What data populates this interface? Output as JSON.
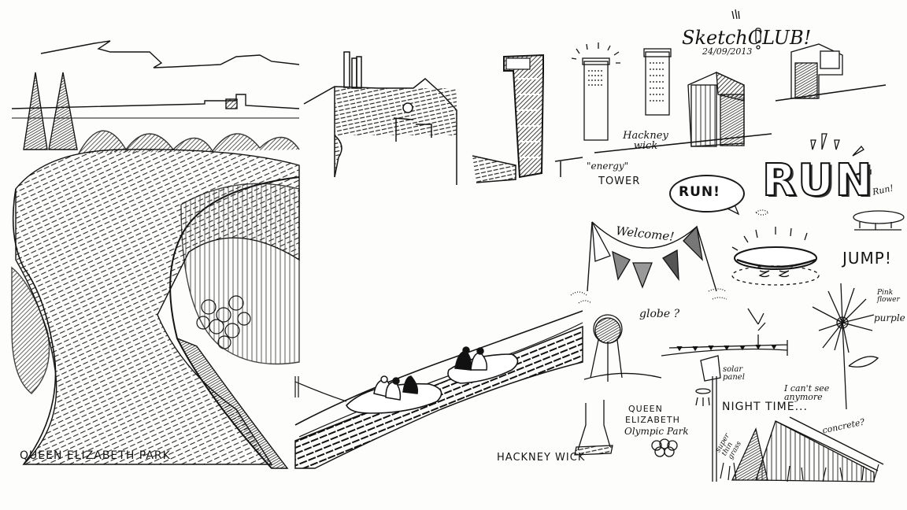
{
  "sketchbook": {
    "title": "SketchCLUB!",
    "date": "24/09/2013",
    "colors": {
      "ink": "#141414",
      "paper": "#fdfdfc",
      "hatch": "#2a2a2a"
    },
    "panels": [
      {
        "id": "queen-elizabeth-park",
        "caption": "QUEEN ELIZABETH PARK"
      },
      {
        "id": "hackney-wick",
        "caption": "HACKNEY WICK"
      }
    ],
    "notes": {
      "hackney_wick": "Hackney wick",
      "energy_tower_quote": "\"energy\"",
      "energy_tower": "TOWER",
      "run_bubble": "RUN!",
      "run_big": "RUN",
      "run_small": "Run!",
      "welcome": "Welcome!",
      "globe": "globe ?",
      "jump": "JUMP!",
      "pink_flower": "Pink flower",
      "purple": "purple",
      "solar_panel": "solar panel",
      "night_time": "NIGHT TIME...",
      "cant_see": "I can't see anymore",
      "qe_line1": "QUEEN",
      "qe_line2": "ELIZABETH",
      "qe_line3": "Olympic Park",
      "concrete": "concrete?",
      "grass": "super thin grass"
    }
  }
}
